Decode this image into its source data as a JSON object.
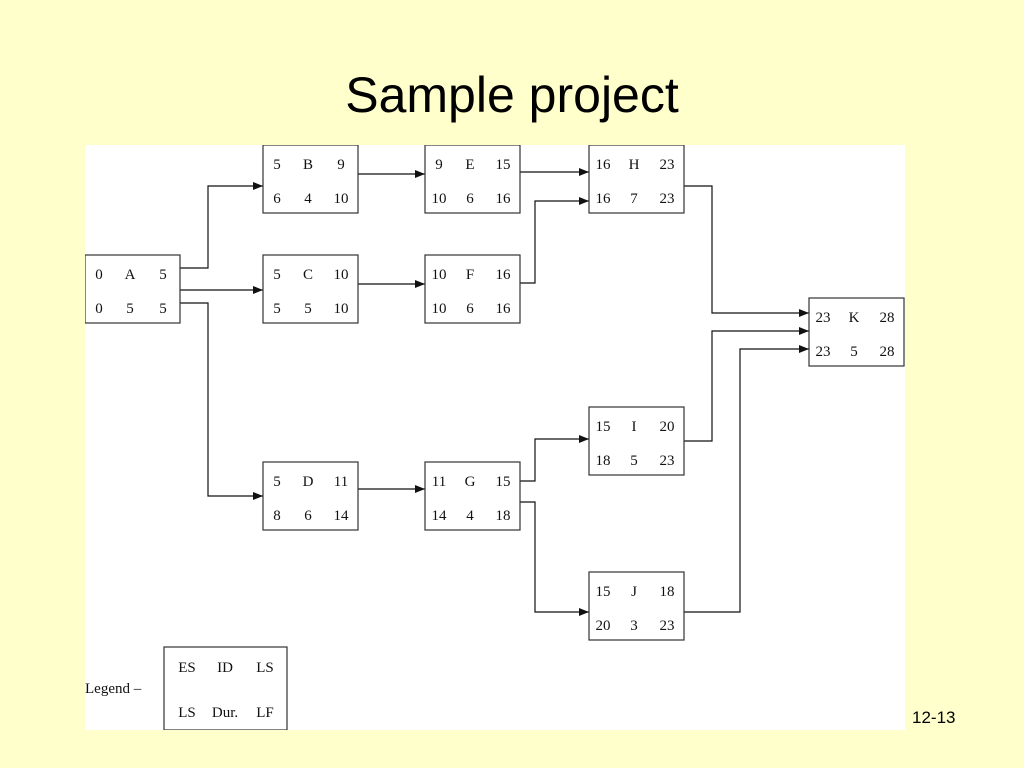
{
  "title": "Sample project",
  "slide_number": "12-13",
  "legend": {
    "label": "Legend –",
    "top": [
      "ES",
      "ID",
      "LS"
    ],
    "bottom": [
      "LS",
      "Dur.",
      "LF"
    ]
  },
  "nodes": [
    {
      "id": "A",
      "top": [
        "0",
        "A",
        "5"
      ],
      "bottom": [
        "0",
        "5",
        "5"
      ]
    },
    {
      "id": "B",
      "top": [
        "5",
        "B",
        "9"
      ],
      "bottom": [
        "6",
        "4",
        "10"
      ]
    },
    {
      "id": "C",
      "top": [
        "5",
        "C",
        "10"
      ],
      "bottom": [
        "5",
        "5",
        "10"
      ]
    },
    {
      "id": "D",
      "top": [
        "5",
        "D",
        "11"
      ],
      "bottom": [
        "8",
        "6",
        "14"
      ]
    },
    {
      "id": "E",
      "top": [
        "9",
        "E",
        "15"
      ],
      "bottom": [
        "10",
        "6",
        "16"
      ]
    },
    {
      "id": "F",
      "top": [
        "10",
        "F",
        "16"
      ],
      "bottom": [
        "10",
        "6",
        "16"
      ]
    },
    {
      "id": "G",
      "top": [
        "11",
        "G",
        "15"
      ],
      "bottom": [
        "14",
        "4",
        "18"
      ]
    },
    {
      "id": "H",
      "top": [
        "16",
        "H",
        "23"
      ],
      "bottom": [
        "16",
        "7",
        "23"
      ]
    },
    {
      "id": "I",
      "top": [
        "15",
        "I",
        "20"
      ],
      "bottom": [
        "18",
        "5",
        "23"
      ]
    },
    {
      "id": "J",
      "top": [
        "15",
        "J",
        "18"
      ],
      "bottom": [
        "20",
        "3",
        "23"
      ]
    },
    {
      "id": "K",
      "top": [
        "23",
        "K",
        "28"
      ],
      "bottom": [
        "23",
        "5",
        "28"
      ]
    }
  ],
  "edges": [
    {
      "from": "A",
      "to": "B"
    },
    {
      "from": "A",
      "to": "C"
    },
    {
      "from": "A",
      "to": "D"
    },
    {
      "from": "B",
      "to": "E"
    },
    {
      "from": "C",
      "to": "F"
    },
    {
      "from": "D",
      "to": "G"
    },
    {
      "from": "E",
      "to": "H"
    },
    {
      "from": "F",
      "to": "H"
    },
    {
      "from": "G",
      "to": "I"
    },
    {
      "from": "G",
      "to": "J"
    },
    {
      "from": "H",
      "to": "K"
    },
    {
      "from": "I",
      "to": "K"
    },
    {
      "from": "J",
      "to": "K"
    }
  ]
}
